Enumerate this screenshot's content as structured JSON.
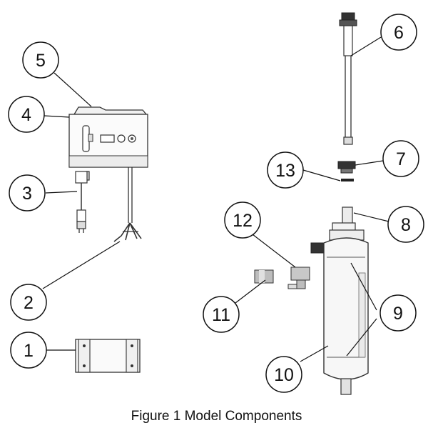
{
  "caption": "Figure 1 Model Components",
  "callouts": [
    {
      "id": "1",
      "label": "1"
    },
    {
      "id": "2",
      "label": "2"
    },
    {
      "id": "3",
      "label": "3"
    },
    {
      "id": "4",
      "label": "4"
    },
    {
      "id": "5",
      "label": "5"
    },
    {
      "id": "6",
      "label": "6"
    },
    {
      "id": "7",
      "label": "7"
    },
    {
      "id": "8",
      "label": "8"
    },
    {
      "id": "9",
      "label": "9"
    },
    {
      "id": "10",
      "label": "10"
    },
    {
      "id": "11",
      "label": "11"
    },
    {
      "id": "12",
      "label": "12"
    },
    {
      "id": "13",
      "label": "13"
    }
  ]
}
